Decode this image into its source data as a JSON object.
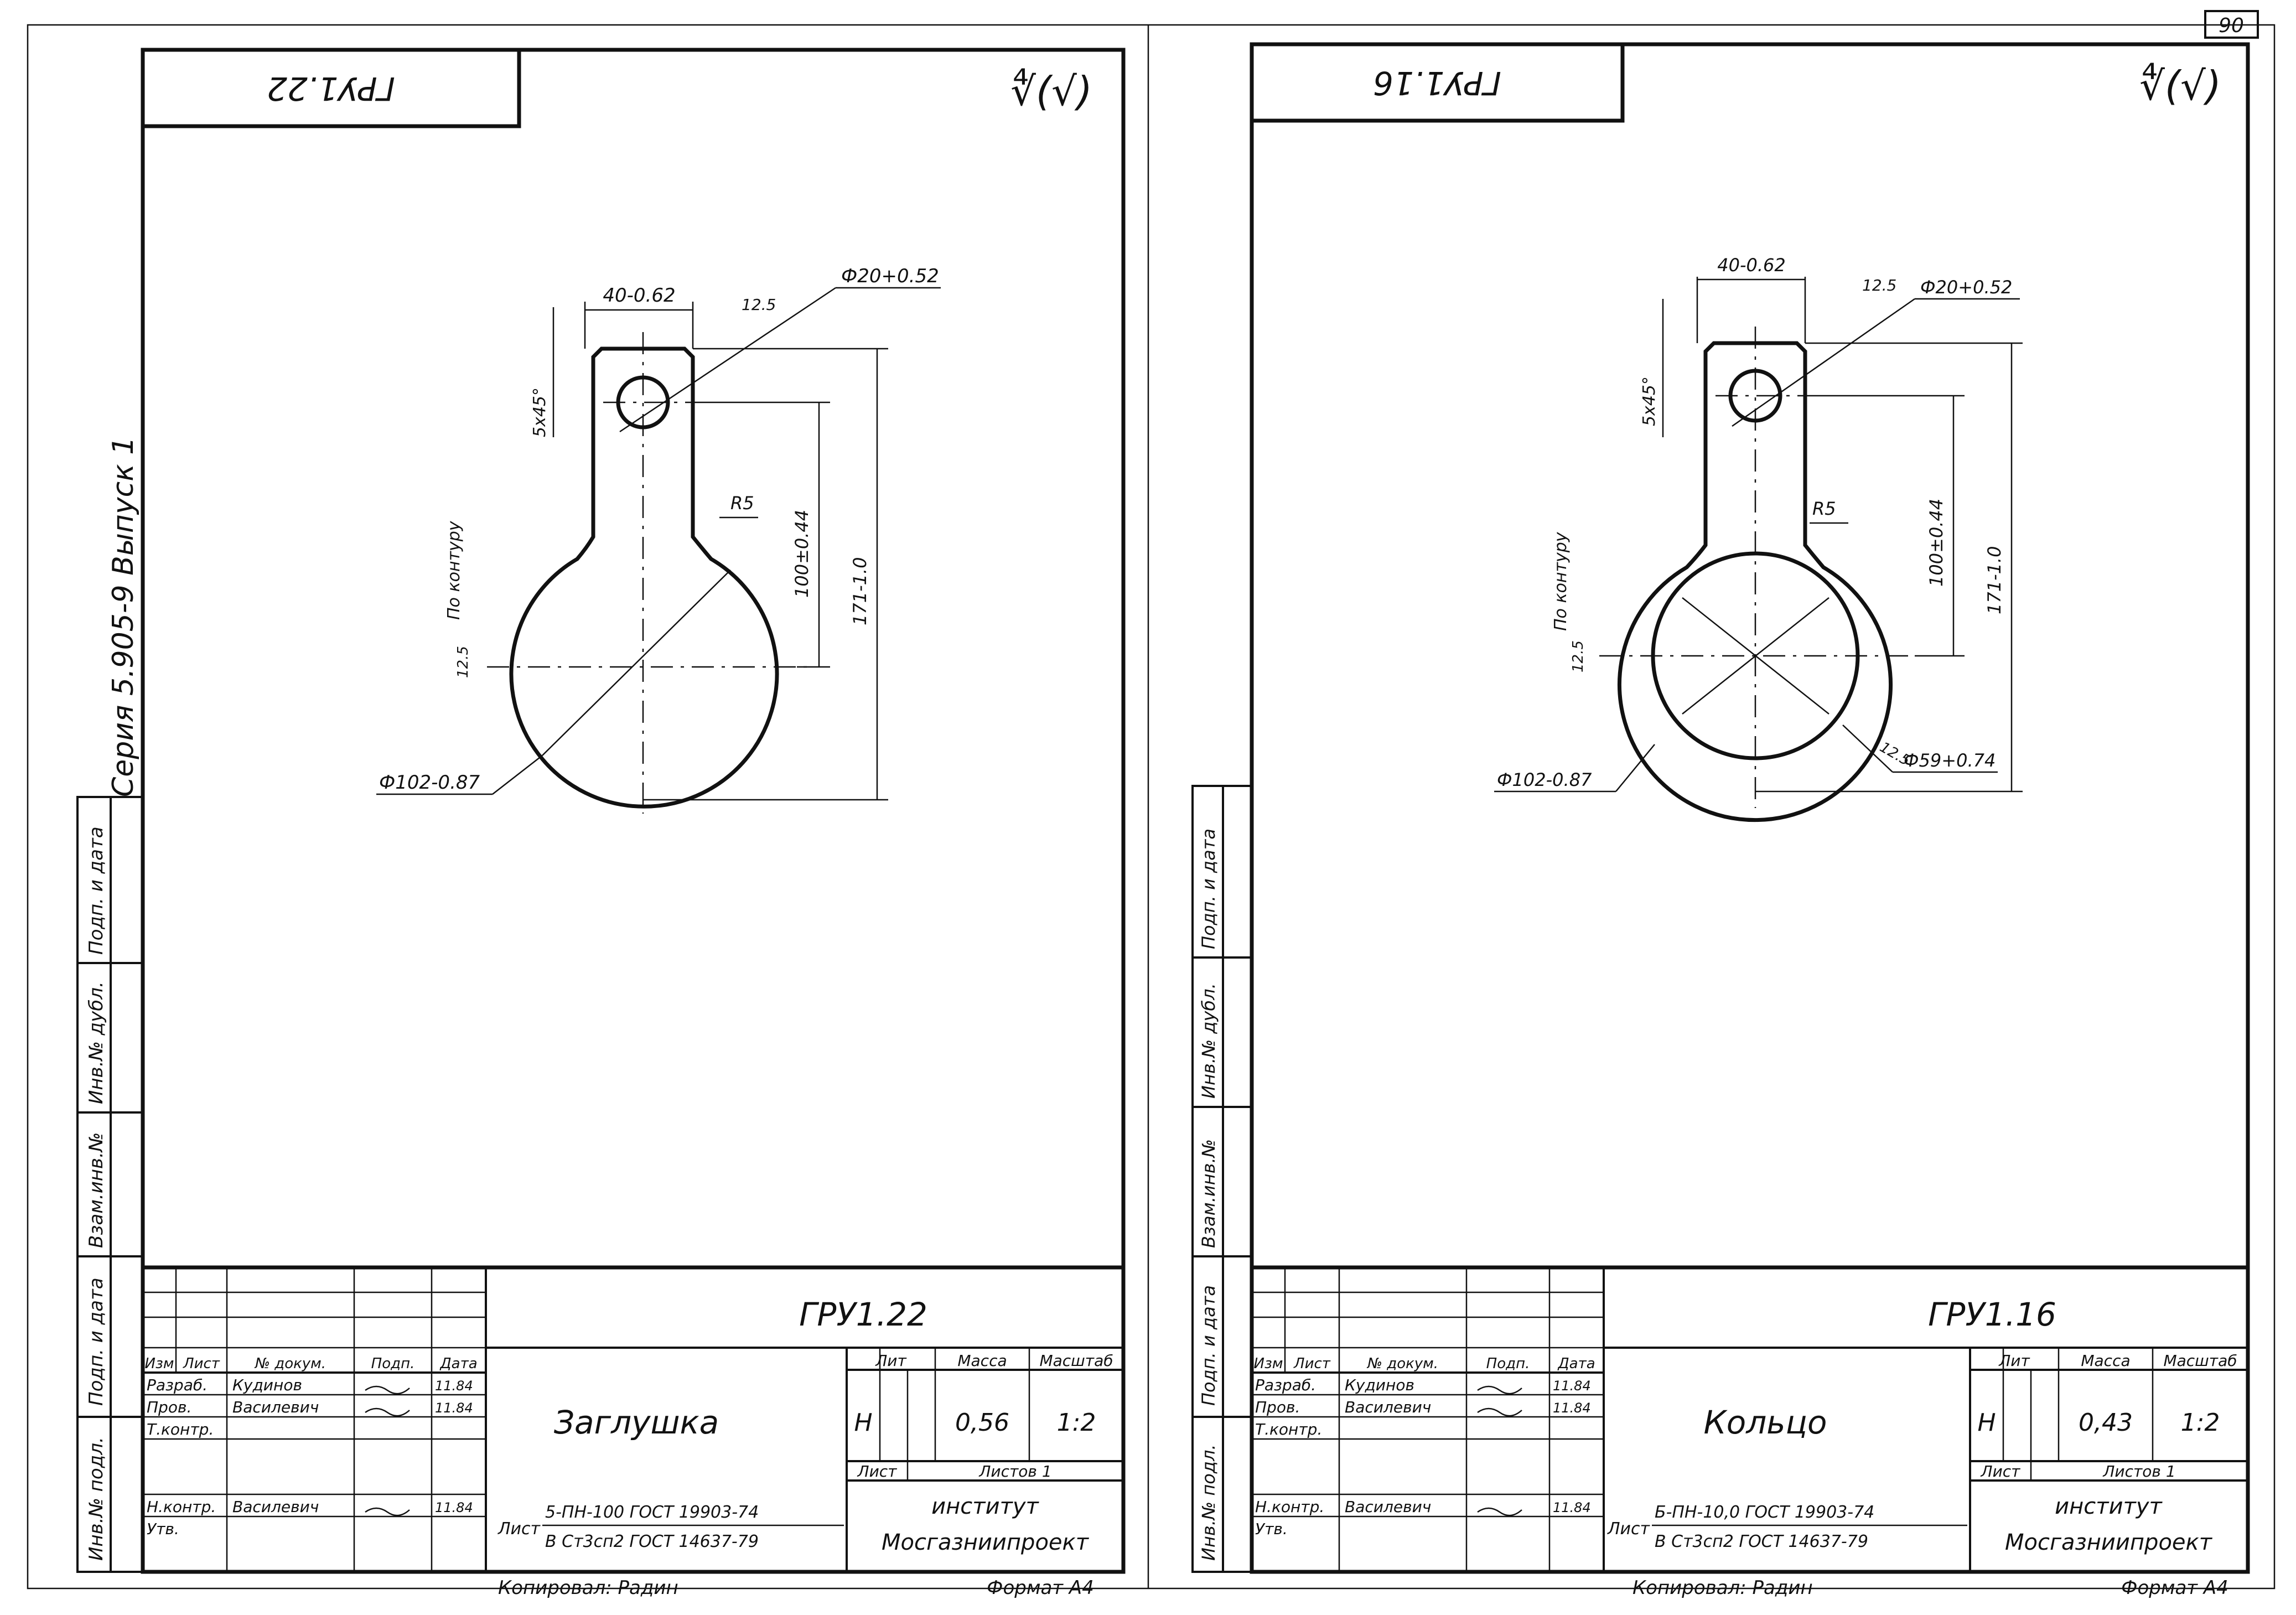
{
  "sheet_number": "90",
  "left_sheet": {
    "top_code": "ГРУ1.22",
    "roughness_mark": "∜(√)",
    "series_label": "Серия 5.905-9 Выпуск 1",
    "dimensions": {
      "width_top": "40-0.62",
      "roughness_top": "12.5",
      "hole": "Ф20+0.52",
      "chamfer": "5x45°",
      "contour": "По контуру",
      "radius": "R5",
      "center_distance": "100±0.44",
      "length_total": "171-1.0",
      "roughness_left": "12.5",
      "outer_diameter": "Ф102-0.87"
    },
    "title_block": {
      "code": "ГРУ1.22",
      "name": "Заглушка",
      "col_headers": [
        "Изм",
        "Лист",
        "№ докум.",
        "Подп.",
        "Дата"
      ],
      "roles": [
        "Разраб.",
        "Пров.",
        "Т.контр.",
        "Н.контр.",
        "Утв."
      ],
      "people": [
        "Кудинов",
        "Василевич",
        "",
        "Василевич",
        ""
      ],
      "dates": [
        "11.84",
        "11.84",
        "",
        "11.84",
        ""
      ],
      "lit_label": "Лит",
      "mass_label": "Масса",
      "scale_label": "Масштаб",
      "lit_value": "Н",
      "mass_value": "0,56",
      "scale_value": "1:2",
      "sheet_label": "Лист",
      "sheets_label": "Листов 1",
      "material_prefix": "Лист",
      "material_top": "5-ПН-100 ГОСТ 19903-74",
      "material_bottom": "В Ст3сп2 ГОСТ 14637-79",
      "org_line1": "институт",
      "org_line2": "Мосгазниипроект",
      "copied": "Копировал: Радин",
      "format": "Формат А4"
    },
    "side_strip": [
      "Инв.№ подл.",
      "Подп. и дата",
      "Взам.инв.№",
      "Инв.№ дубл.",
      "Подп. и дата"
    ]
  },
  "right_sheet": {
    "top_code": "ГРУ1.16",
    "roughness_mark": "∜(√)",
    "dimensions": {
      "width_top": "40-0.62",
      "roughness_top": "12.5",
      "hole": "Ф20+0.52",
      "chamfer": "5x45°",
      "contour": "По контуру",
      "radius": "R5",
      "center_distance": "100±0.44",
      "length_total": "171-1.0",
      "roughness_left": "12.5",
      "roughness_inner": "12.5",
      "inner_diameter": "Ф59+0.74",
      "outer_diameter": "Ф102-0.87"
    },
    "title_block": {
      "code": "ГРУ1.16",
      "name": "Кольцо",
      "col_headers": [
        "Изм",
        "Лист",
        "№ докум.",
        "Подп.",
        "Дата"
      ],
      "roles": [
        "Разраб.",
        "Пров.",
        "Т.контр.",
        "Н.контр.",
        "Утв."
      ],
      "people": [
        "Кудинов",
        "Василевич",
        "",
        "Василевич",
        ""
      ],
      "dates": [
        "11.84",
        "11.84",
        "",
        "11.84",
        ""
      ],
      "lit_label": "Лит",
      "mass_label": "Масса",
      "scale_label": "Масштаб",
      "lit_value": "Н",
      "mass_value": "0,43",
      "scale_value": "1:2",
      "sheet_label": "Лист",
      "sheets_label": "Листов 1",
      "material_prefix": "Лист",
      "material_top": "Б-ПН-10,0 ГОСТ 19903-74",
      "material_bottom": "В Ст3сп2 ГОСТ 14637-79",
      "org_line1": "институт",
      "org_line2": "Мосгазниипроект",
      "copied": "Копировал: Радин",
      "format": "Формат А4"
    },
    "side_strip": [
      "Инв.№ подл.",
      "Подп. и дата",
      "Взам.инв.№",
      "Инв.№ дубл.",
      "Подп. и дата"
    ]
  }
}
